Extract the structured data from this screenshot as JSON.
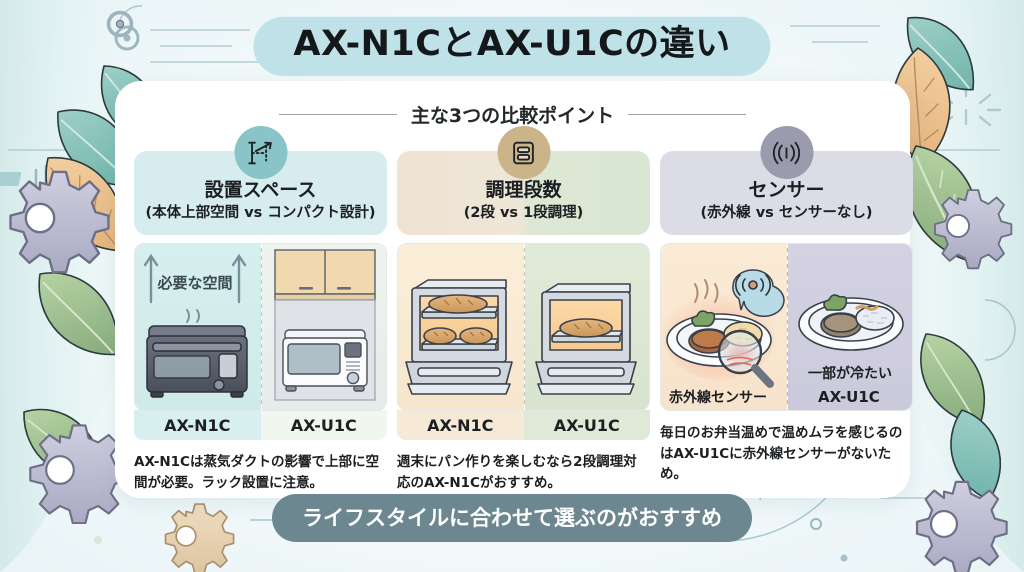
{
  "title": "AX-N1CとAX-U1Cの違い",
  "subtitle": "主な3つの比較ポイント",
  "footer": "ライフスタイルに合わせて選ぶのがおすすめ",
  "colors": {
    "title_pill": "#bfe2e8",
    "footer_pill": "#6d8790",
    "icon_1": "#88c4c8",
    "icon_2": "#cbb489",
    "icon_3": "#9b9bae",
    "panel_1": "#d7ecee",
    "panel_2": "#efe3d2",
    "panel_3": "#dcdce6",
    "background": "#e9f4f6"
  },
  "columns": [
    {
      "icon": "dimension-arrow-icon",
      "title": "設置スペース",
      "subtitle": "(本体上部空間 vs コンパクト設計)",
      "illustration_note": "必要な空間",
      "left_label": "AX-N1C",
      "right_label": "AX-U1C",
      "caption": "AX-N1Cは蒸気ダクトの影響で上部に空間が必要。ラック設置に注意。"
    },
    {
      "icon": "two-tier-rack-icon",
      "title": "調理段数",
      "subtitle": "(2段 vs 1段調理)",
      "illustration_note": "",
      "left_label": "AX-N1C",
      "right_label": "AX-U1C",
      "caption": "週末にパン作りを楽しむなら2段調理対応のAX-N1Cがおすすめ。"
    },
    {
      "icon": "sensor-wave-icon",
      "title": "センサー",
      "subtitle": "(赤外線 vs センサーなし)",
      "illustration_note": "赤外線センサー",
      "right_note": "一部が冷たい",
      "left_label": "赤外線センサー",
      "right_label": "AX-U1C",
      "caption": "毎日のお弁当温めで温めムラを感じるのはAX-U1Cに赤外線センサーがないため。"
    }
  ]
}
